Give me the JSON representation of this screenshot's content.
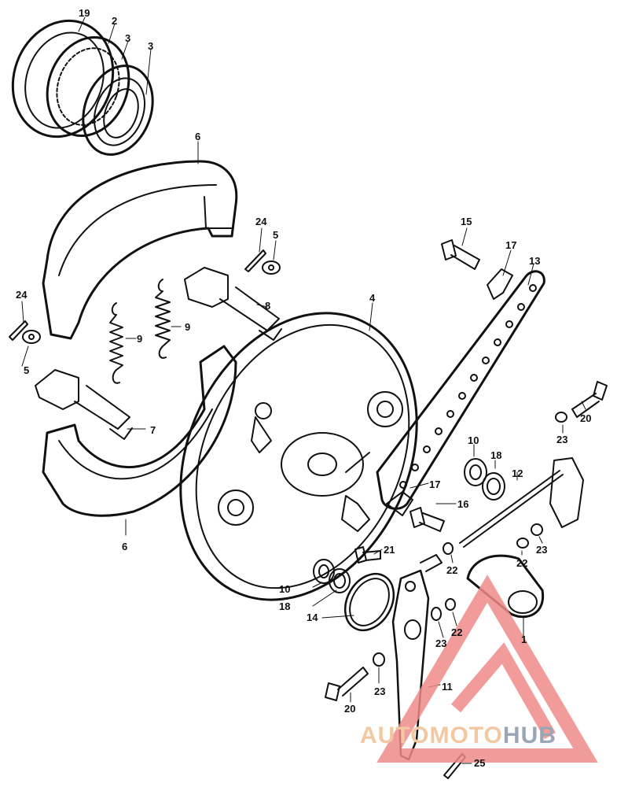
{
  "parts": [
    {
      "id": "p1",
      "label": "1"
    },
    {
      "id": "p2",
      "label": "2"
    },
    {
      "id": "p3a",
      "label": "3"
    },
    {
      "id": "p3b",
      "label": "3"
    },
    {
      "id": "p4",
      "label": "4"
    },
    {
      "id": "p5a",
      "label": "5"
    },
    {
      "id": "p5b",
      "label": "5"
    },
    {
      "id": "p6a",
      "label": "6"
    },
    {
      "id": "p6b",
      "label": "6"
    },
    {
      "id": "p7",
      "label": "7"
    },
    {
      "id": "p8",
      "label": "8"
    },
    {
      "id": "p9a",
      "label": "9"
    },
    {
      "id": "p9b",
      "label": "9"
    },
    {
      "id": "p10a",
      "label": "10"
    },
    {
      "id": "p10b",
      "label": "10"
    },
    {
      "id": "p11",
      "label": "11"
    },
    {
      "id": "p12",
      "label": "12"
    },
    {
      "id": "p13",
      "label": "13"
    },
    {
      "id": "p14",
      "label": "14"
    },
    {
      "id": "p15",
      "label": "15"
    },
    {
      "id": "p16",
      "label": "16"
    },
    {
      "id": "p17a",
      "label": "17"
    },
    {
      "id": "p17b",
      "label": "17"
    },
    {
      "id": "p18a",
      "label": "18"
    },
    {
      "id": "p18b",
      "label": "18"
    },
    {
      "id": "p19",
      "label": "19"
    },
    {
      "id": "p20a",
      "label": "20"
    },
    {
      "id": "p20b",
      "label": "20"
    },
    {
      "id": "p21",
      "label": "21"
    },
    {
      "id": "p22a",
      "label": "22"
    },
    {
      "id": "p22b",
      "label": "22"
    },
    {
      "id": "p22c",
      "label": "22"
    },
    {
      "id": "p23a",
      "label": "23"
    },
    {
      "id": "p23b",
      "label": "23"
    },
    {
      "id": "p23c",
      "label": "23"
    },
    {
      "id": "p23d",
      "label": "23"
    },
    {
      "id": "p24a",
      "label": "24"
    },
    {
      "id": "p24b",
      "label": "24"
    },
    {
      "id": "p25",
      "label": "25"
    }
  ],
  "watermark": {
    "text_a": "AUTOMOTO",
    "text_b": "HUB",
    "logo": "warning-triangle-logo",
    "color_a": "#f2c8a3",
    "color_b": "#9aa6b5",
    "logo_color": "#f08a8a"
  }
}
